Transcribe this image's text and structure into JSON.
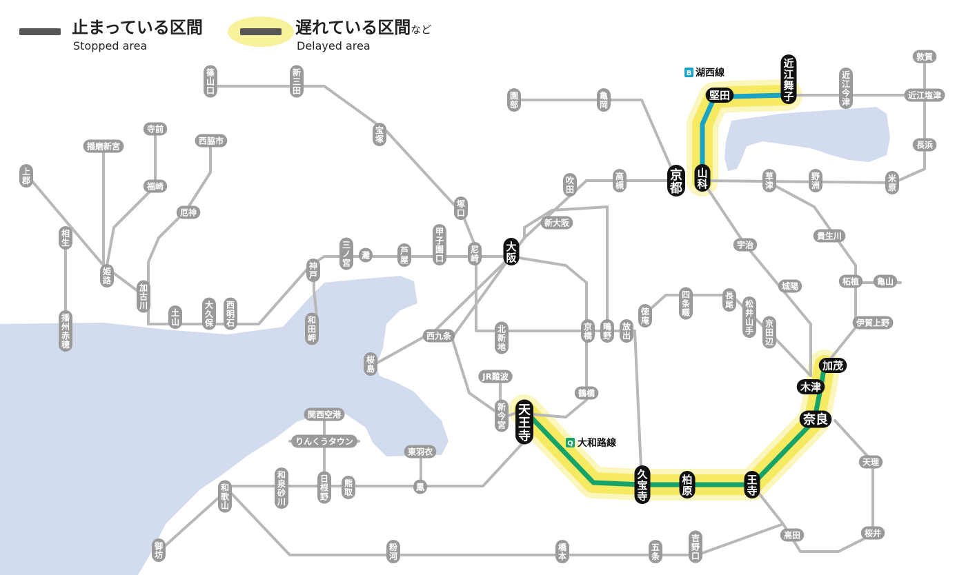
{
  "legend": {
    "stopped_title": "止まっている区間",
    "stopped_sub": "Stopped area",
    "delayed_title": "遅れている区間",
    "delayed_suffix": "など",
    "delayed_sub": "Delayed area"
  },
  "lines": {
    "kosei": {
      "badge": "B",
      "name": "湖西線",
      "color": "#1aa3c4"
    },
    "yamatoji": {
      "badge": "Q",
      "name": "大和路線",
      "color": "#15a36a"
    }
  },
  "colors": {
    "network": "#b8b8b8",
    "water": "#d3dcef",
    "delay_glow": "#f4e63c",
    "station_gray": "#9a9a9a",
    "station_black": "#111111"
  },
  "stations": {
    "sasayamaguchi": "篠山口",
    "shinsanda": "新三田",
    "takarazuka": "宝塚",
    "sonobe": "園部",
    "kameoka": "亀岡",
    "katata": "堅田",
    "omimaiko": "近江舞子",
    "omiimazu": "近江今津",
    "tsuruga": "敦賀",
    "omishiotsu": "近江塩津",
    "nagahama": "長浜",
    "maibara": "米原",
    "yasu": "野洲",
    "kusatsu": "草津",
    "kyoto": "京都",
    "yamashina": "山科",
    "takatsuki": "高槻",
    "suita": "吹田",
    "shinosaka": "新大阪",
    "tsukaguchi": "塚口",
    "amagasaki": "尼崎",
    "osaka": "大阪",
    "koshienguchi": "甲子園口",
    "ashiya": "芦屋",
    "nada": "灘",
    "sannomiya": "三ノ宮",
    "kobe": "神戸",
    "wadamisaki": "和田岬",
    "nishiakashi": "西明石",
    "okubo": "大久保",
    "dobu": "土山",
    "kakogawa": "加古川",
    "yashiro": "厄神",
    "nishiwakishi": "西脇市",
    "fukusaki": "福崎",
    "teramae": "寺前",
    "harimashingu": "播磨新宮",
    "himeji": "姫路",
    "aioi": "相生",
    "kamigori": "上郡",
    "banshuako": "播州赤穂",
    "uji": "宇治",
    "joyo": "城陽",
    "kizu": "木津",
    "kamo": "加茂",
    "nara": "奈良",
    "tsuge": "柘植",
    "kameyama": "亀山",
    "igaueno": "伊賀上野",
    "kibukawa": "貴生川",
    "shijonawate": "四条畷",
    "nagao": "長尾",
    "matsuiyamate": "松井山手",
    "kyotanabe": "京田辺",
    "tokuan": "徳庵",
    "hanaten": "放出",
    "kyobashi": "京橋",
    "shigino": "鴫野",
    "kitashinchi": "北新地",
    "nishikujo": "西九条",
    "sakurajima": "桜島",
    "jrnamba": "JR難波",
    "shinimamiya": "新今宮",
    "tsuruhashi": "鶴橋",
    "tennoji": "天王寺",
    "kyuhoji": "久宝寺",
    "kashiwara": "柏原",
    "oji": "王寺",
    "tenri": "天理",
    "sakurai": "桜井",
    "takada": "高田",
    "yoshinoguchi": "吉野口",
    "gojo": "五条",
    "hashimoto": "橋本",
    "kokawa": "粉河",
    "wakayama": "和歌山",
    "gobo": "御坊",
    "otori": "鳳",
    "higashihagoromo": "東羽衣",
    "kumatori": "熊取",
    "hineno": "日根野",
    "izumisunagawa": "和泉砂川",
    "rinkutown": "りんくうタウン",
    "kansaiairport": "関西空港"
  }
}
